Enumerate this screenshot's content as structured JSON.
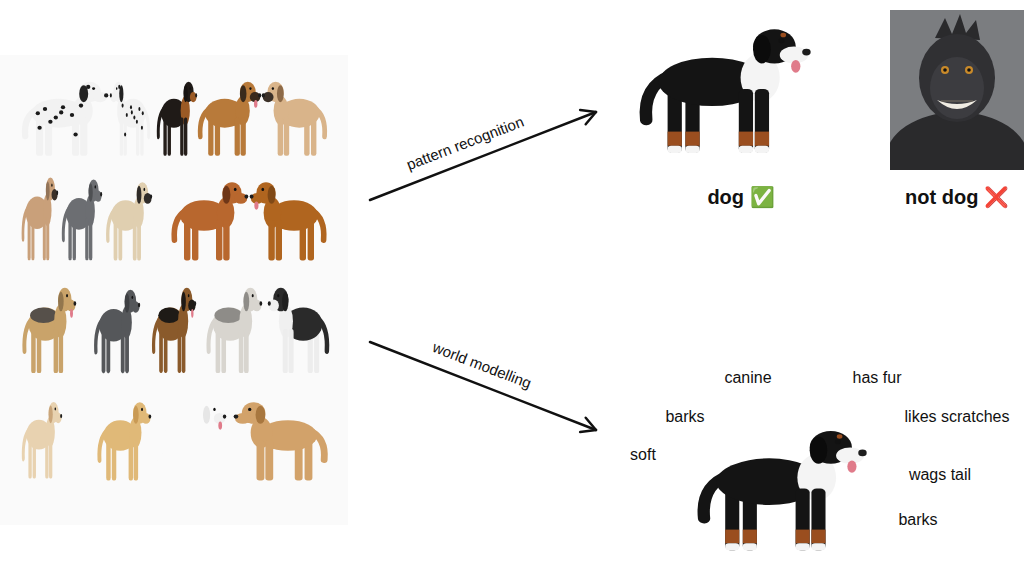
{
  "diagram": {
    "labels": [
      "pattern recognition",
      "world modelling",
      "dog ✅",
      "not dog ❌",
      "canine",
      "has fur",
      "barks",
      "likes scratches",
      "soft",
      "wags tail",
      "barks"
    ]
  }
}
